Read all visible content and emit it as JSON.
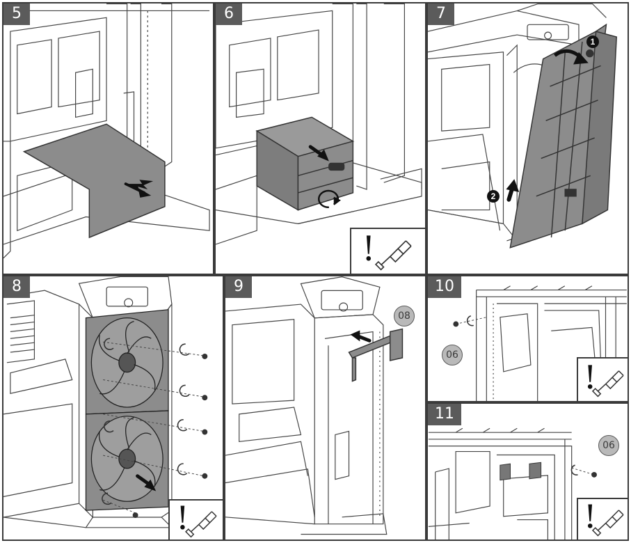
{
  "steps": [
    {
      "number": "5"
    },
    {
      "number": "6"
    },
    {
      "number": "7"
    },
    {
      "number": "8"
    },
    {
      "number": "9"
    },
    {
      "number": "10"
    },
    {
      "number": "11"
    }
  ],
  "callouts": {
    "step9_part": "08",
    "step10_part": "06",
    "step11_part": "06"
  },
  "sequence_markers": {
    "first": "1",
    "second": "2"
  },
  "icons": {
    "tool_notice": "exclamation-and-screwdriver-icon",
    "motion_arrow": "bold-arrow-icon",
    "rotation": "circular-arrow-icon",
    "screw": "screw-icon"
  },
  "colors": {
    "panel_gray": "#8c8c8c",
    "label_bg": "#5b5b5b",
    "callout_bg": "#b9b9b9",
    "line": "#3a3a3a"
  }
}
